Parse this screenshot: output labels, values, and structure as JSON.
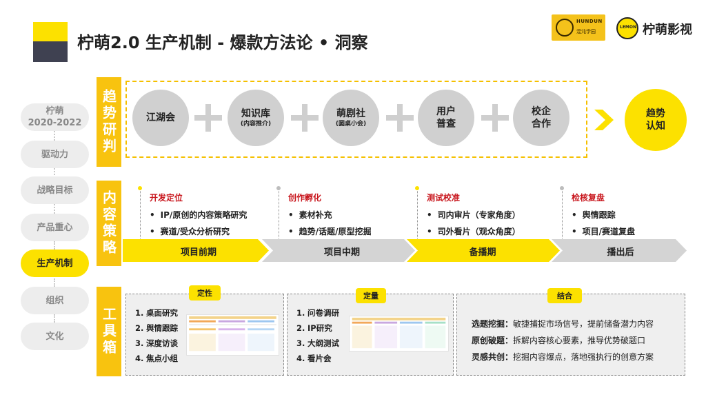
{
  "header": {
    "title": "柠萌2.0  生产机制 - 爆款方法论 • 洞察",
    "partner_logo": {
      "line1": "HUNDUN",
      "line2": "混沌学园"
    },
    "brand_logo_text": "LEMON",
    "brand_name": "柠萌影视"
  },
  "nav": {
    "items": [
      {
        "label": "柠萌\n2020-2022",
        "active": false
      },
      {
        "label": "驱动力",
        "active": false
      },
      {
        "label": "战略目标",
        "active": false
      },
      {
        "label": "产品重心",
        "active": false
      },
      {
        "label": "生产机制",
        "active": true
      },
      {
        "label": "组织",
        "active": false
      },
      {
        "label": "文化",
        "active": false
      }
    ]
  },
  "rows": {
    "trend": {
      "label": "趋势研判",
      "circles": [
        {
          "main": "江湖会",
          "sub": ""
        },
        {
          "main": "知识库",
          "sub": "(内容推介)"
        },
        {
          "main": "萌剧社",
          "sub": "(圆桌小会)"
        },
        {
          "main": "用户\n普查",
          "sub": ""
        },
        {
          "main": "校企\n合作",
          "sub": ""
        }
      ],
      "result": "趋势\n认知"
    },
    "strategy": {
      "label": "内容策略",
      "stages": [
        {
          "title": "开发定位",
          "items": [
            "IP/原创的内容策略研究",
            "赛道/受众分析研究"
          ]
        },
        {
          "title": "创作孵化",
          "items": [
            "素材补充",
            "趋势/话题/原型挖掘"
          ]
        },
        {
          "title": "测试校准",
          "items": [
            "司内审片（专家角度）",
            "司外看片（观众角度）"
          ]
        },
        {
          "title": "检核复盘",
          "items": [
            "舆情跟踪",
            "项目/赛道复盘"
          ]
        }
      ],
      "phases": [
        "项目前期",
        "项目中期",
        "备播期",
        "播出后"
      ]
    },
    "tools": {
      "label": "工具箱",
      "qualitative": {
        "tag": "定性",
        "items": [
          "1.",
          "桌面研究",
          "2.",
          "舆情跟踪",
          "3.",
          "深度访谈",
          "4.",
          "焦点小组"
        ]
      },
      "quantitative": {
        "tag": "定量",
        "items": [
          "1.",
          "问卷调研",
          "2.",
          "IP研究",
          "3.",
          "大纲测试",
          "4.",
          "看片会"
        ]
      },
      "combined": {
        "tag": "结合",
        "rows": [
          {
            "key": "选题挖掘：",
            "text": "敏捷捕捉市场信号，提前储备潜力内容"
          },
          {
            "key": "原创破题：",
            "text": "拆解内容核心要素，推导优势破题口"
          },
          {
            "key": "灵感共创：",
            "text": "挖掘内容爆点，落地强执行的创意方案"
          }
        ]
      }
    }
  },
  "colors": {
    "yellow": "#FCE100",
    "gold": "#F8C30F",
    "dark": "#3F4151",
    "red": "#C8161D",
    "grey": "#D0D0D0"
  }
}
